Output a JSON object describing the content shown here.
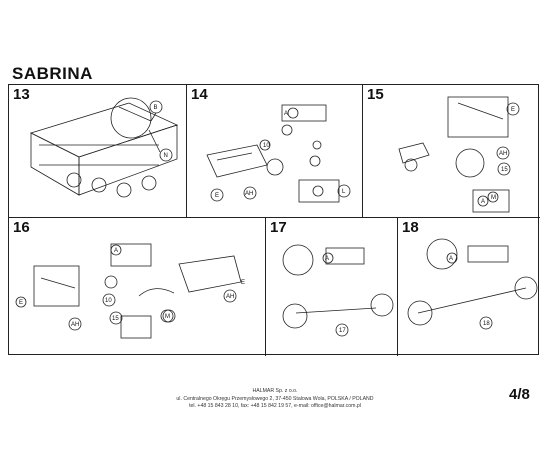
{
  "title": "SABRINA",
  "steps": [
    {
      "number": "13",
      "labels": {
        "b": "B",
        "n": "N"
      }
    },
    {
      "number": "14",
      "labels": {
        "a": "A",
        "ah": "AH",
        "e": "E",
        "l": "L",
        "n10": "10"
      }
    },
    {
      "number": "15",
      "labels": {
        "a": "A",
        "e": "E",
        "ah": "AH",
        "m": "M",
        "n15": "15"
      }
    },
    {
      "number": "16",
      "labels": {
        "a": "A",
        "e": "E",
        "ah": "AH",
        "m": "M",
        "n10": "10",
        "n15": "15",
        "e2": "E",
        "ah2": "AH"
      }
    },
    {
      "number": "17",
      "labels": {
        "a": "A",
        "n17": "17"
      }
    },
    {
      "number": "18",
      "labels": {
        "a": "A",
        "n18": "18"
      }
    }
  ],
  "footer": {
    "company": "HALMAR Sp. z o.o.",
    "address": "ul. Centralnego Okręgu Przemysłowego 2, 37-450 Stalowa Wola, POLSKA / POLAND",
    "contact": "tel. +48 15 843 28 10, fax: +48 15 842 19 57, e-mail: office@halmar.com.pl"
  },
  "page_number": "4/8"
}
